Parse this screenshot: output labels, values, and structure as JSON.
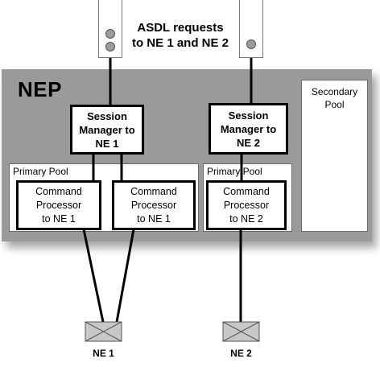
{
  "caption": "ASDL requests\nto NE 1 and NE 2",
  "nep": {
    "title": "NEP",
    "secondary_pool": "Secondary\nPool",
    "session_managers": [
      {
        "label": "Session\nManager to\nNE 1"
      },
      {
        "label": "Session\nManager to\nNE 2"
      }
    ],
    "primary_pools": [
      {
        "label": "Primary Pool"
      },
      {
        "label": "Primary Pool"
      }
    ],
    "command_processors": [
      {
        "label": "Command\nProcessor\nto NE 1"
      },
      {
        "label": "Command\nProcessor\nto NE 1"
      },
      {
        "label": "Command\nProcessor\nto NE 2"
      }
    ]
  },
  "network_elements": [
    {
      "label": "NE 1"
    },
    {
      "label": "NE 2"
    }
  ],
  "colors": {
    "nep_background": "#9a9a9a",
    "ne_fill": "#c8c8c8",
    "indicator": "#9b9b9b"
  }
}
